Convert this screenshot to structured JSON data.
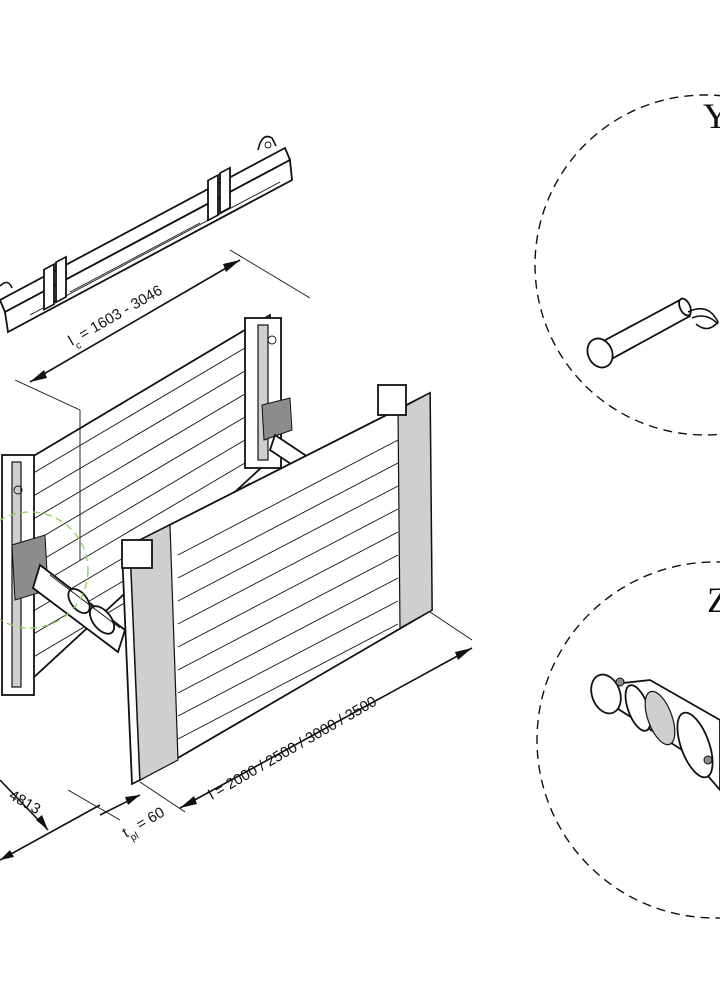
{
  "dimensions": {
    "lc": "l",
    "lc_sub": "c",
    "lc_rest": " = 1603 - 3046",
    "l": "l  =  2000 / 2500 / 3000 / 3500",
    "partial": "4813",
    "tpl": "t",
    "tpl_sub": "pl",
    "tpl_rest": " = 60"
  },
  "details": {
    "y_label": "Y",
    "z_label": "Z"
  },
  "colors": {
    "line": "#111111",
    "shade": "#cfcfcf",
    "highlight_circle": "#8fd05a"
  }
}
